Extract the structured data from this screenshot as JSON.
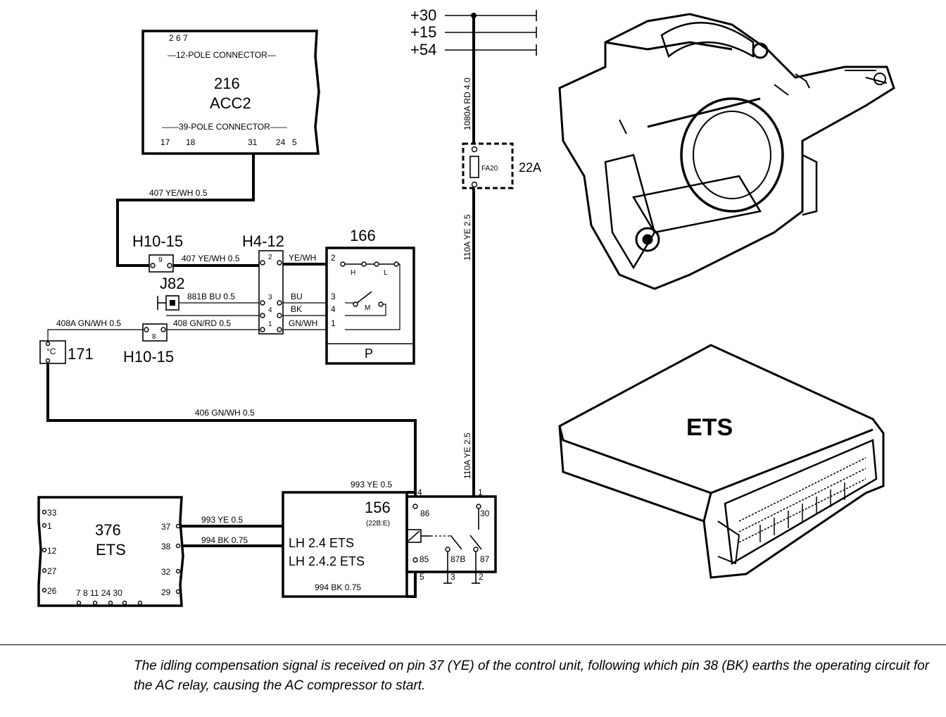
{
  "supply": {
    "plus30": "+30",
    "plus15": "+15",
    "plus54": "+54"
  },
  "acc2": {
    "top_pins": "2  6          7",
    "top_connector": "—12-POLE CONNECTOR—",
    "number": "216",
    "name": "ACC2",
    "bottom_connector": "——39-POLE CONNECTOR——",
    "bottom_pins": [
      "17",
      "18",
      "31",
      "24",
      "5"
    ]
  },
  "wires": {
    "w407": "407 YE/WH 0.5",
    "w407b": "407 YE/WH 0.5",
    "yewh": "YE/WH",
    "w881b": "881B BU 0.5",
    "bu": "BU",
    "bk": "BK",
    "w408a": "408A GN/WH 0.5",
    "w408": "408 GN/RD 0.5",
    "gnwh": "GN/WH",
    "w406": "406 GN/WH 0.5",
    "w993a": "993 YE 0.5",
    "w993b": "993 YE 0.5",
    "w994a": "994 BK 0.75",
    "w994b": "994 BK 0.75",
    "w1080a": "1080A RD 4.0",
    "w110a_top": "110A YE 2.5",
    "w110a_bot": "110A YE 2.5"
  },
  "connectors": {
    "h10_15_top": "H10-15",
    "h10_15_bot": "H10-15",
    "h4_12": "H4-12",
    "j82": "J82",
    "pin9": "9",
    "pin8": "8",
    "h4_pins": [
      "2",
      "3",
      "4",
      "1"
    ]
  },
  "switch166": {
    "number": "166",
    "pins": [
      "2",
      "3",
      "4",
      "1"
    ],
    "h": "H",
    "l": "L",
    "m": "M",
    "p": "P"
  },
  "sensor171": {
    "number": "171",
    "symbol": "°C"
  },
  "fuse": {
    "name": "FA20",
    "number": "22A"
  },
  "ets376": {
    "number": "376",
    "name": "ETS",
    "left_pins": [
      "33",
      "1",
      "12",
      "27",
      "26"
    ],
    "right_pins": [
      "37",
      "38",
      "32",
      "29"
    ],
    "bottom_pins": "7  8  11 24 30"
  },
  "lh": {
    "line1": "LH 2.4 ETS",
    "line2": "LH 2.4.2 ETS"
  },
  "relay156": {
    "number": "156",
    "sub": "(22B:E)",
    "pins": [
      "86",
      "30",
      "85",
      "87B",
      "87"
    ],
    "ext_pins": [
      "4",
      "1",
      "5",
      "3",
      "2"
    ]
  },
  "illustration": {
    "ets_label": "ETS"
  },
  "caption": "The idling compensation signal is received on pin 37 (YE) of the control unit, following which pin 38 (BK) earths the operating circuit for the AC relay, causing the AC compressor to start."
}
